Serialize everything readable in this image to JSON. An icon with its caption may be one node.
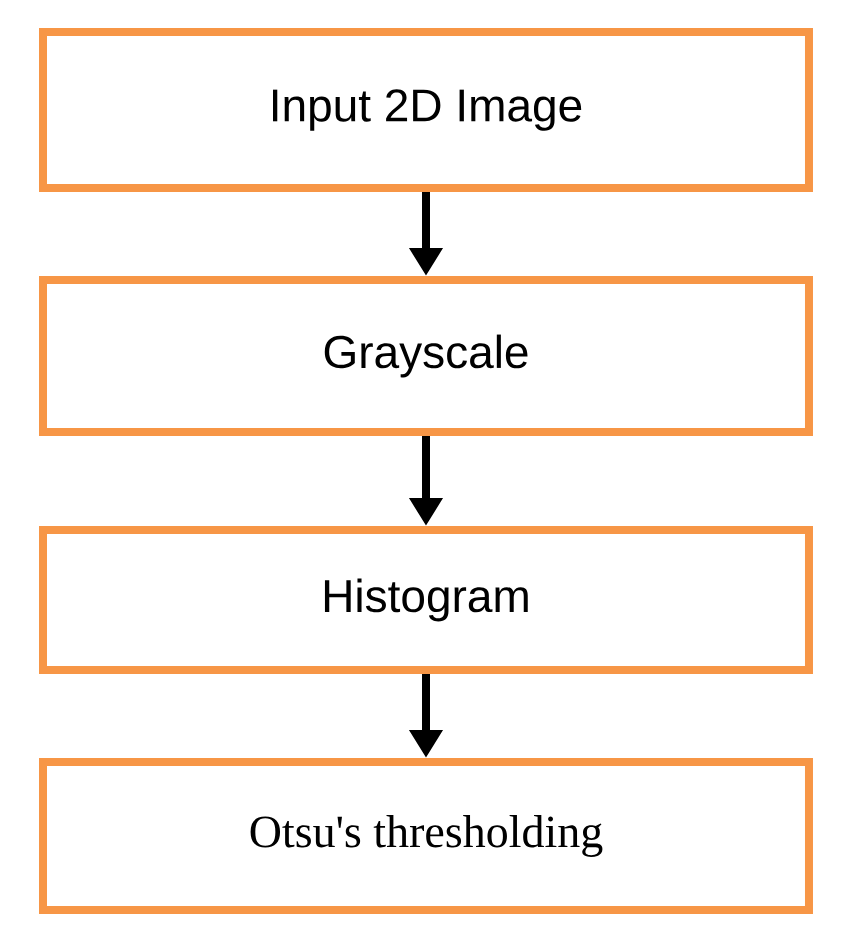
{
  "diagram": {
    "nodes": [
      {
        "text": [
          "Input  2D Image"
        ]
      },
      {
        "text": [
          "Grayscale"
        ]
      },
      {
        "text": [
          "Histogram"
        ]
      },
      {
        "text": [
          "Otsu's thresholding"
        ]
      }
    ],
    "edges": [
      {
        "from": 0,
        "to": 1,
        "arrow": "to"
      },
      {
        "from": 1,
        "to": 2,
        "arrow": "to"
      },
      {
        "from": 2,
        "to": 3,
        "arrow": "to"
      }
    ]
  }
}
